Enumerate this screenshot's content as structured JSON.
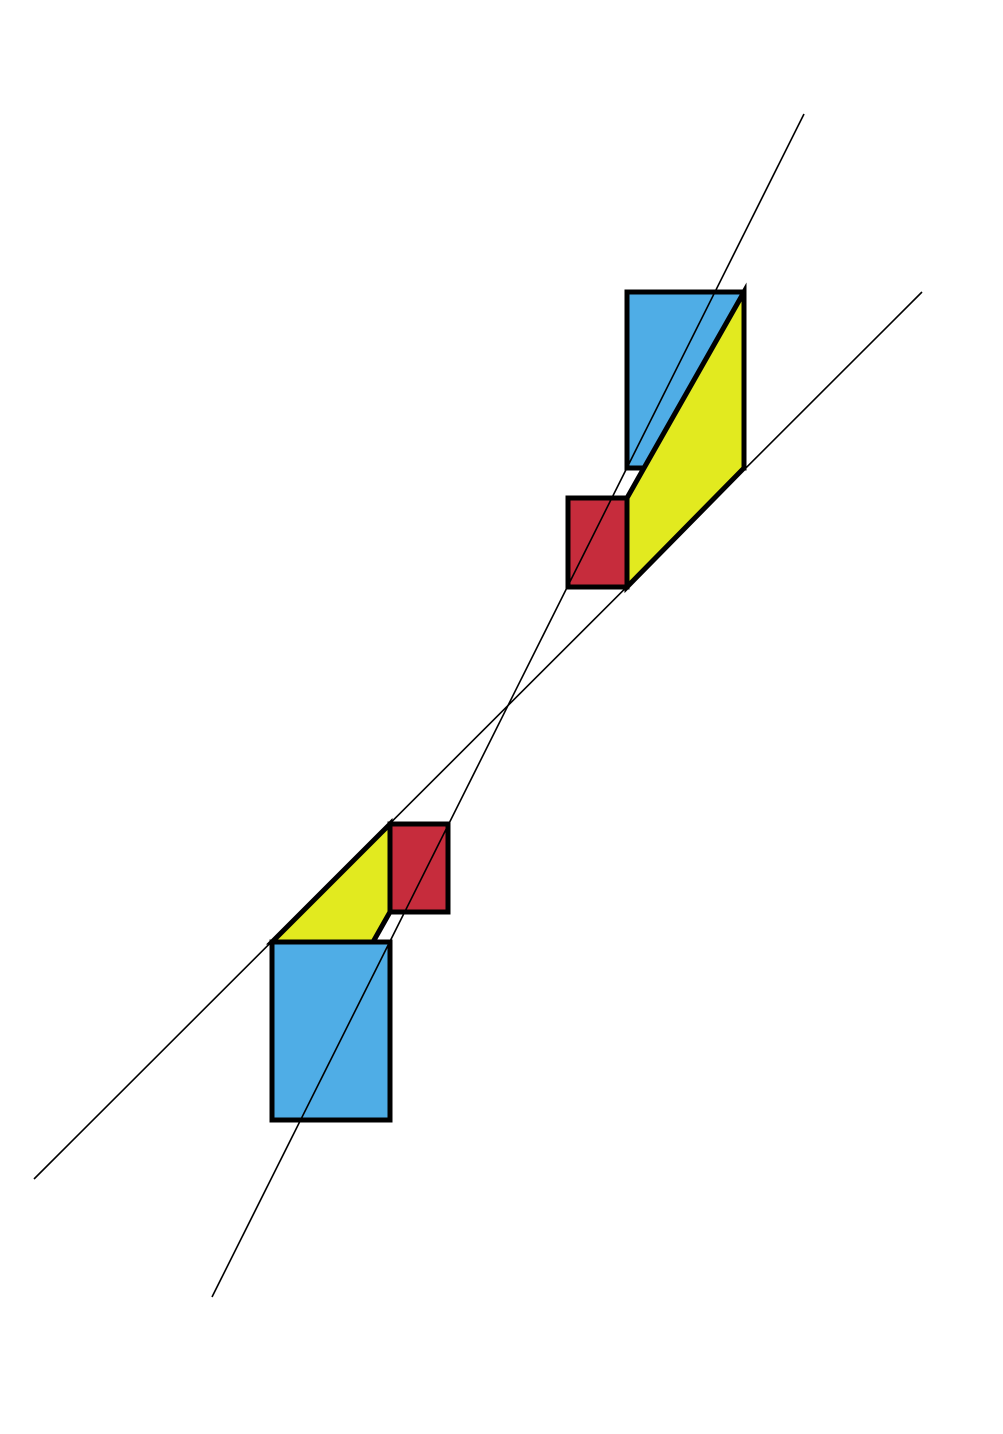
{
  "diagram": {
    "colors": {
      "background": "#ffffff",
      "outline": "#000000",
      "blue": "#4FADE6",
      "yellow": "#E2EA1F",
      "red": "#C62C3C"
    },
    "figures": [
      {
        "name": "upper-figure",
        "parts": [
          "blue-rectangle",
          "yellow-parallelogram",
          "red-square"
        ]
      },
      {
        "name": "lower-figure",
        "parts": [
          "blue-rectangle",
          "yellow-parallelogram",
          "red-square"
        ]
      }
    ],
    "lines": [
      "steep-line",
      "shallow-line"
    ]
  }
}
